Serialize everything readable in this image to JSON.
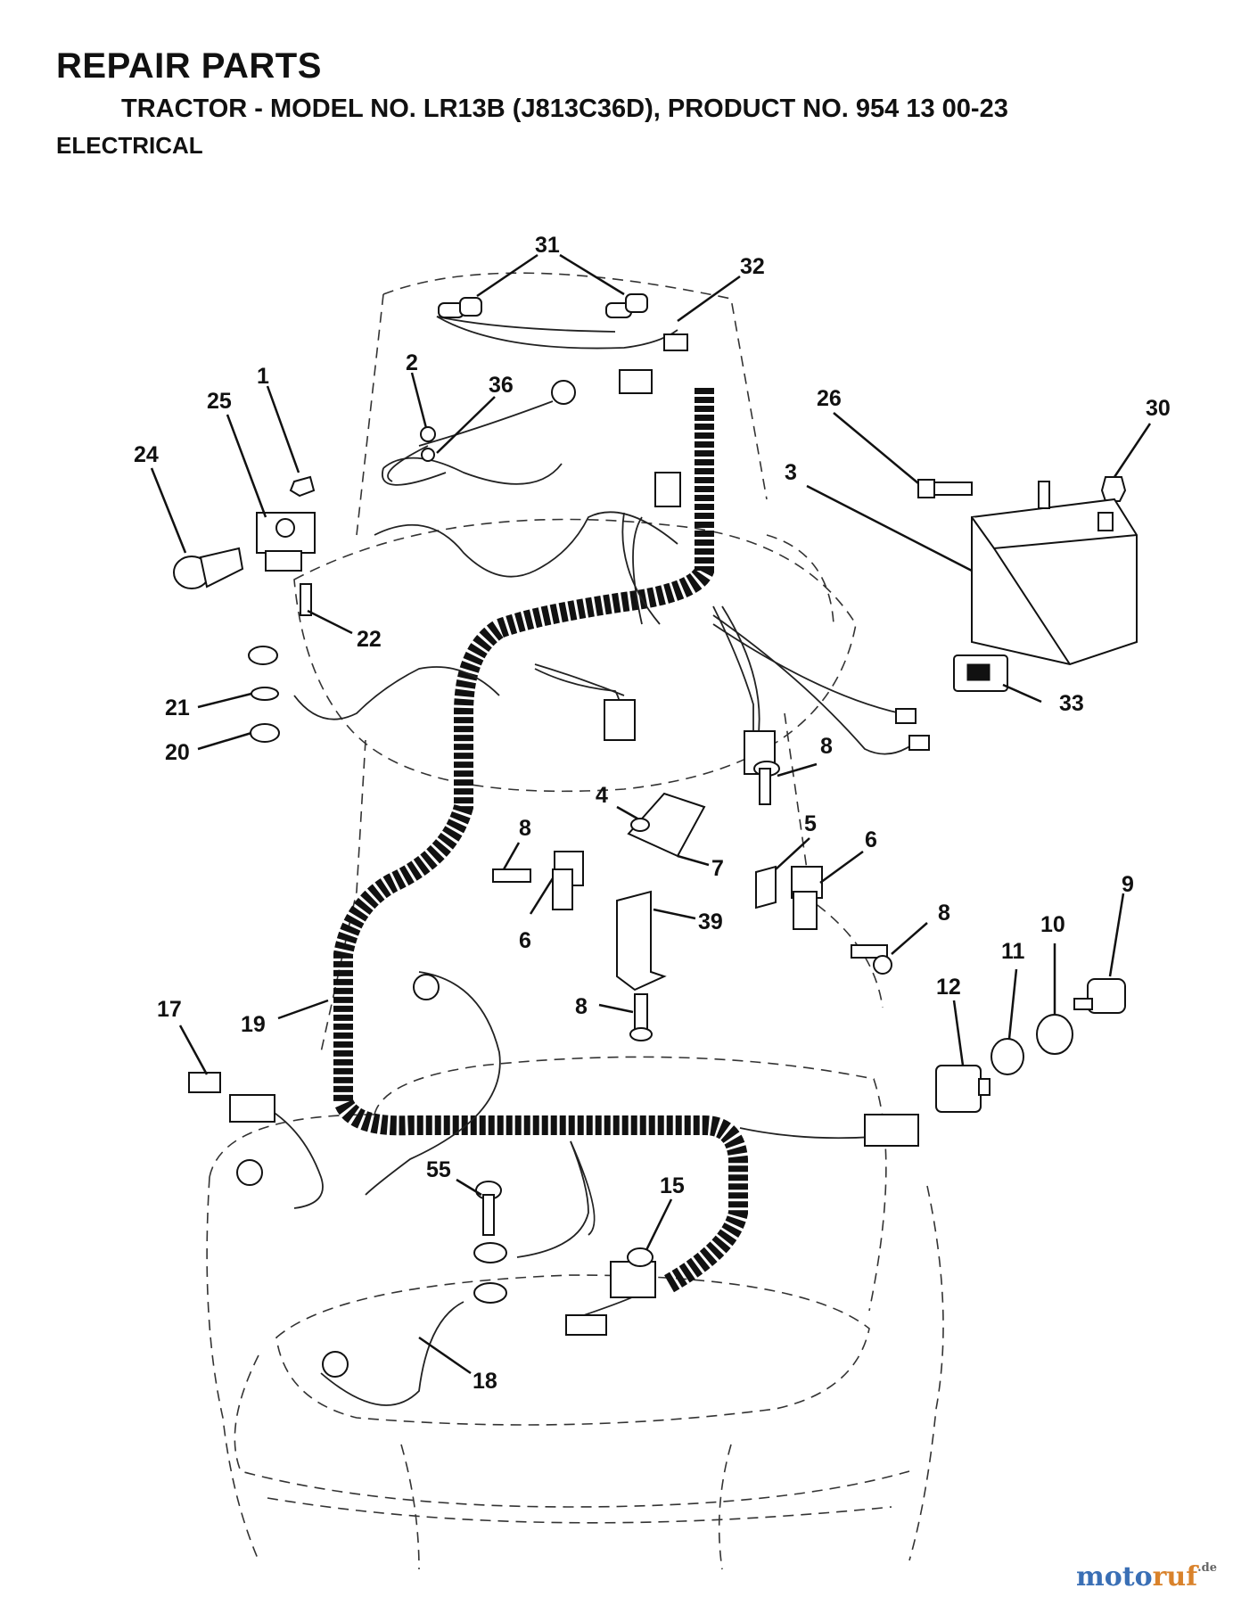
{
  "header": {
    "title": "REPAIR PARTS",
    "subtitle": "TRACTOR - MODEL NO. LR13B (J813C36D), PRODUCT NO. 954 13 00-23",
    "section": "ELECTRICAL"
  },
  "callouts": [
    {
      "id": "c31",
      "label": "31"
    },
    {
      "id": "c32",
      "label": "32"
    },
    {
      "id": "c2",
      "label": "2"
    },
    {
      "id": "c36",
      "label": "36"
    },
    {
      "id": "c1",
      "label": "1"
    },
    {
      "id": "c25",
      "label": "25"
    },
    {
      "id": "c24",
      "label": "24"
    },
    {
      "id": "c26",
      "label": "26"
    },
    {
      "id": "c30",
      "label": "30"
    },
    {
      "id": "c3",
      "label": "3"
    },
    {
      "id": "c22",
      "label": "22"
    },
    {
      "id": "c21",
      "label": "21"
    },
    {
      "id": "c20",
      "label": "20"
    },
    {
      "id": "c33",
      "label": "33"
    },
    {
      "id": "c8a",
      "label": "8"
    },
    {
      "id": "c8b",
      "label": "8"
    },
    {
      "id": "c4",
      "label": "4"
    },
    {
      "id": "c5",
      "label": "5"
    },
    {
      "id": "c6a",
      "label": "6"
    },
    {
      "id": "c7",
      "label": "7"
    },
    {
      "id": "c6b",
      "label": "6"
    },
    {
      "id": "c39",
      "label": "39"
    },
    {
      "id": "c8c",
      "label": "8"
    },
    {
      "id": "c9",
      "label": "9"
    },
    {
      "id": "c10",
      "label": "10"
    },
    {
      "id": "c11",
      "label": "11"
    },
    {
      "id": "c12",
      "label": "12"
    },
    {
      "id": "c8d",
      "label": "8"
    },
    {
      "id": "c17",
      "label": "17"
    },
    {
      "id": "c19",
      "label": "19"
    },
    {
      "id": "c55",
      "label": "55"
    },
    {
      "id": "c15",
      "label": "15"
    },
    {
      "id": "c18",
      "label": "18"
    }
  ],
  "watermark": {
    "part1": "moto",
    "part2": "ruf",
    "suffix": ".de"
  }
}
